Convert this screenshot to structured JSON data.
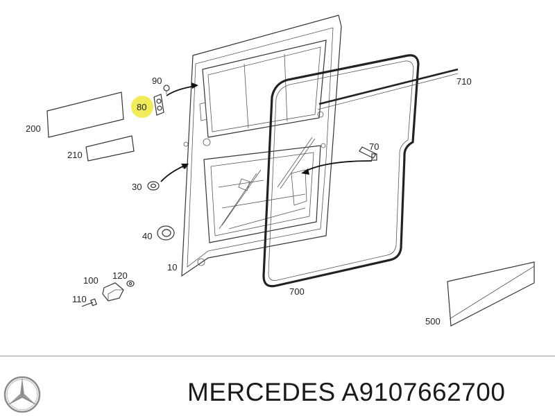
{
  "labels": {
    "p90": "90",
    "p80": "80",
    "p200": "200",
    "p210": "210",
    "p30": "30",
    "p40": "40",
    "p10": "10",
    "p100": "100",
    "p120": "120",
    "p110": "110",
    "p710": "710",
    "p70": "70",
    "p700": "700",
    "p500": "500"
  },
  "highlight_color": "#f3ec5a",
  "footer": {
    "brand": "MERCEDES",
    "part_number": "A9107662700",
    "logo_icon": "mercedes-star-icon"
  }
}
